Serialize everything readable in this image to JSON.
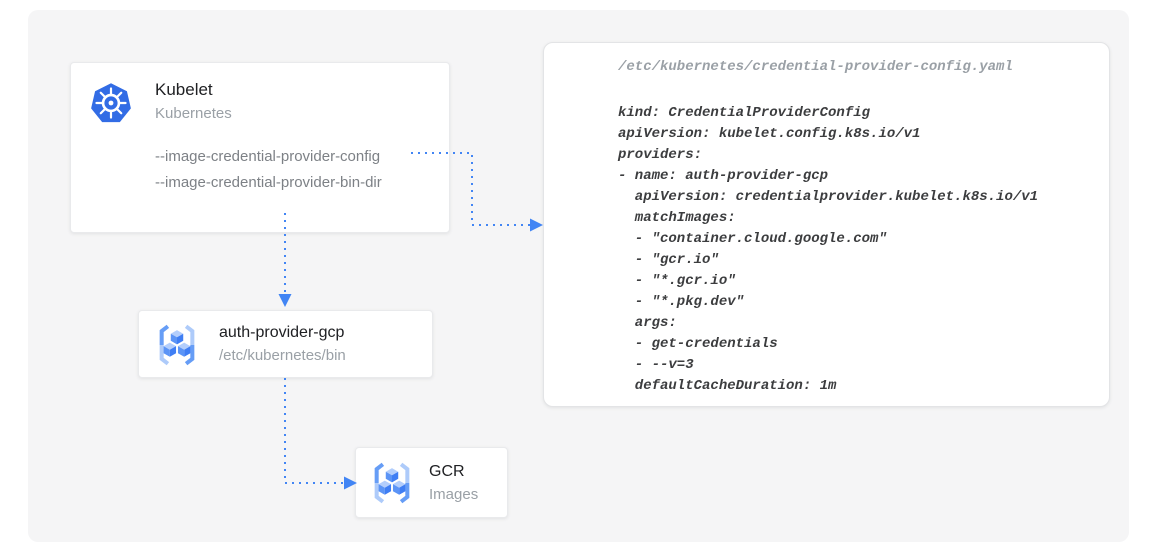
{
  "kubelet_card": {
    "title": "Kubelet",
    "subtitle": "Kubernetes",
    "flags": [
      "--image-credential-provider-config",
      "--image-credential-provider-bin-dir"
    ]
  },
  "auth_card": {
    "title": "auth-provider-gcp",
    "subtitle": "/etc/kubernetes/bin"
  },
  "gcr_card": {
    "title": "GCR",
    "subtitle": "Images"
  },
  "config_card": {
    "filename": "/etc/kubernetes/credential-provider-config.yaml",
    "yaml_lines": [
      "kind: CredentialProviderConfig",
      "apiVersion: kubelet.config.k8s.io/v1",
      "providers:",
      "- name: auth-provider-gcp",
      "  apiVersion: credentialprovider.kubelet.k8s.io/v1",
      "  matchImages:",
      "  - \"container.cloud.google.com\"",
      "  - \"gcr.io\"",
      "  - \"*.gcr.io\"",
      "  - \"*.pkg.dev\"",
      "  args:",
      "  - get-credentials",
      "  - --v=3",
      "  defaultCacheDuration: 1m"
    ]
  },
  "colors": {
    "connector_blue": "#4285f4",
    "kubernetes_blue": "#326ce5",
    "panel_background": "#f5f5f6",
    "gray_text": "#9aa0a6",
    "dark_text": "#202124"
  }
}
